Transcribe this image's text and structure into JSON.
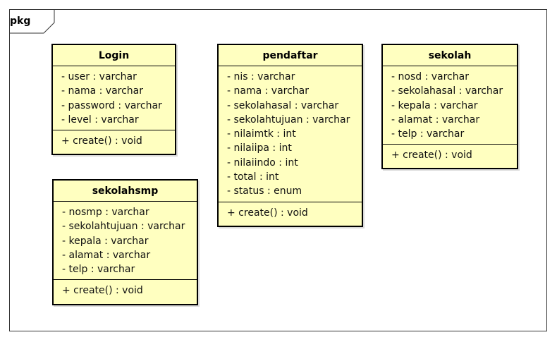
{
  "package": {
    "label": "pkg"
  },
  "classes": {
    "login": {
      "name": "Login",
      "attributes": [
        "- user : varchar",
        "- nama : varchar",
        "- password : varchar",
        "- level : varchar"
      ],
      "operations": [
        "+ create() : void"
      ]
    },
    "pendaftar": {
      "name": "pendaftar",
      "attributes": [
        "- nis : varchar",
        "- nama : varchar",
        "- sekolahasal : varchar",
        "- sekolahtujuan : varchar",
        "- nilaimtk : int",
        "- nilaiipa : int",
        "- nilaiindo : int",
        "- total : int",
        "- status : enum"
      ],
      "operations": [
        "+ create() : void"
      ]
    },
    "sekolah": {
      "name": "sekolah",
      "attributes": [
        "- nosd : varchar",
        "- sekolahasal : varchar",
        "- kepala : varchar",
        "- alamat : varchar",
        "- telp : varchar"
      ],
      "operations": [
        "+ create() : void"
      ]
    },
    "sekolahsmp": {
      "name": "sekolahsmp",
      "attributes": [
        "- nosmp : varchar",
        "- sekolahtujuan : varchar",
        "- kepala : varchar",
        "- alamat : varchar",
        "- telp : varchar"
      ],
      "operations": [
        "+ create() : void"
      ]
    }
  },
  "colors": {
    "class_fill": "#ffffc0",
    "border": "#000000",
    "frame": "#333333"
  }
}
